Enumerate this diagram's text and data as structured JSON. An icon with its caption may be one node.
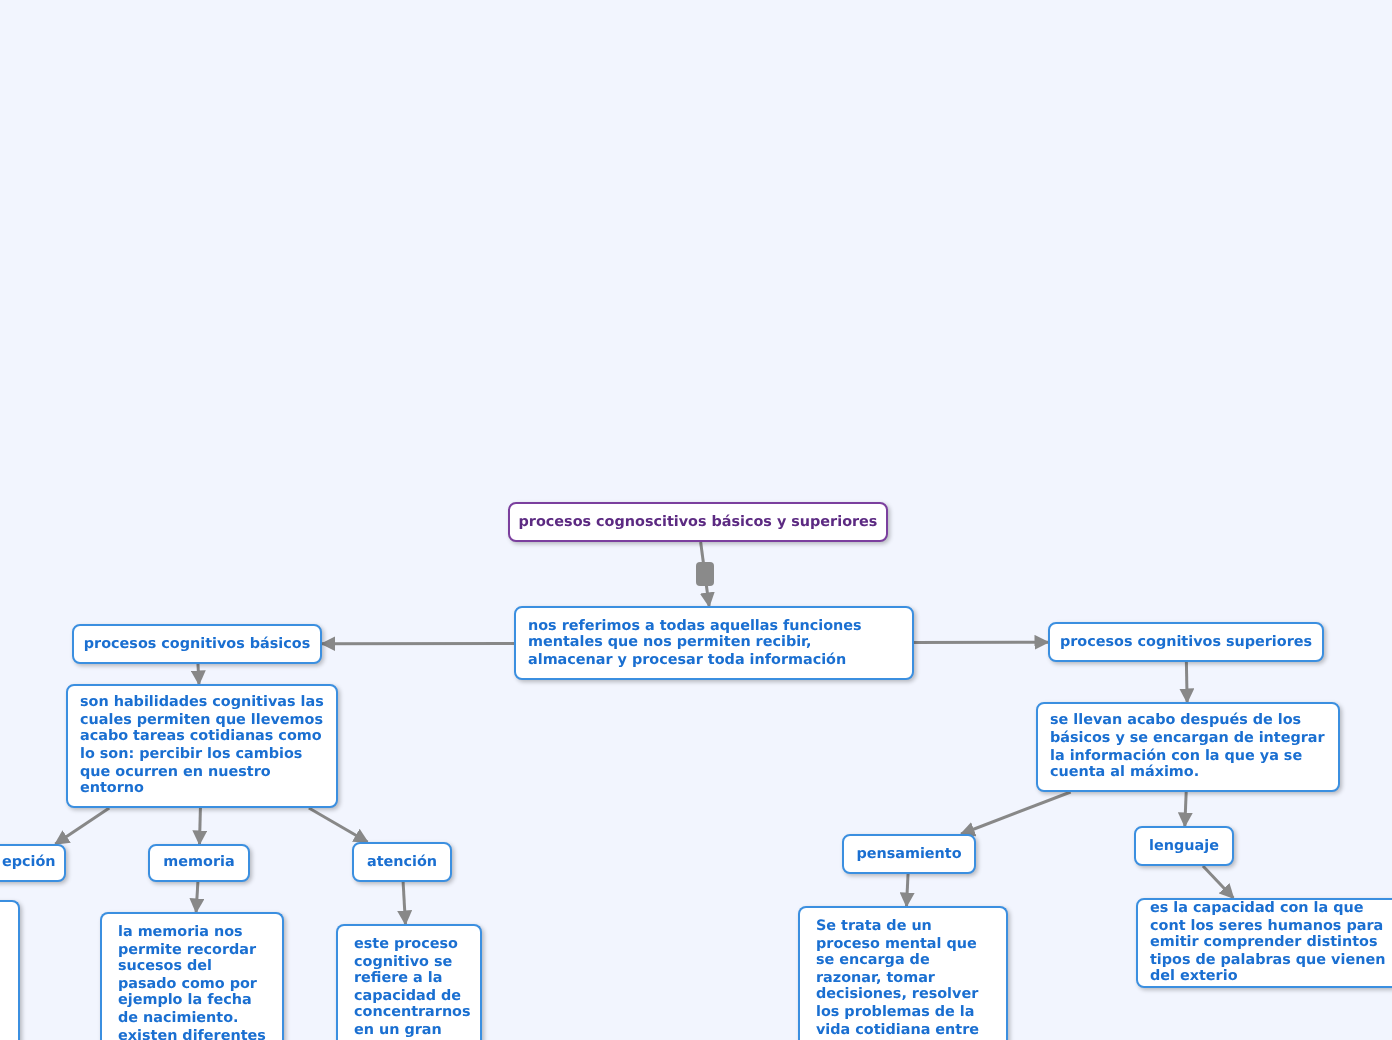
{
  "diagram": {
    "nodes": [
      {
        "text": [
          "procesos cognoscitivos básicos y superiores"
        ]
      },
      {
        "text": [
          "nos referimos a todas aquellas funciones mentales que nos permiten recibir, almacenar y procesar toda información"
        ]
      },
      {
        "text": [
          "procesos cognitivos básicos"
        ]
      },
      {
        "text": [
          "son habilidades cognitivas las cuales permiten que llevemos acabo tareas cotidianas como lo son: percibir los cambios que ocurren en nuestro entorno"
        ]
      },
      {
        "text": [
          "epción"
        ]
      },
      {
        "text": [],
        "shape": "box"
      },
      {
        "text": [
          "memoria"
        ]
      },
      {
        "text": [
          "la memoria nos permite recordar sucesos del pasado como por ejemplo la fecha de nacimiento. existen diferentes"
        ]
      },
      {
        "text": [
          "atención"
        ]
      },
      {
        "text": [
          "este proceso cognitivo se refiere a la capacidad de concentrarnos en un gran"
        ]
      },
      {
        "text": [
          "procesos cognitivos superiores"
        ]
      },
      {
        "text": [
          "se llevan acabo después de los básicos y se encargan de integrar la información con la que ya se cuenta al máximo."
        ]
      },
      {
        "text": [
          "pensamiento"
        ]
      },
      {
        "text": [
          "Se trata de un proceso mental que se encarga de razonar, tomar decisiones, resolver los problemas de la vida cotidiana entre"
        ]
      },
      {
        "text": [
          "lenguaje"
        ]
      },
      {
        "text": [
          "es la capacidad con la que cont los seres humanos para emitir comprender distintos tipos de palabras que vienen del exterio"
        ]
      }
    ],
    "edges": [
      {
        "from": 0,
        "to": 1,
        "arrow": "to"
      },
      {
        "from": 1,
        "to": 2,
        "arrow": "to"
      },
      {
        "from": 1,
        "to": 10,
        "arrow": "to"
      },
      {
        "from": 2,
        "to": 3,
        "arrow": "to"
      },
      {
        "from": 3,
        "to": 4,
        "arrow": "to"
      },
      {
        "from": 3,
        "to": 6,
        "arrow": "to"
      },
      {
        "from": 3,
        "to": 8,
        "arrow": "to"
      },
      {
        "from": 6,
        "to": 7,
        "arrow": "to"
      },
      {
        "from": 8,
        "to": 9,
        "arrow": "to"
      },
      {
        "from": 10,
        "to": 11,
        "arrow": "to"
      },
      {
        "from": 11,
        "to": 12,
        "arrow": "to"
      },
      {
        "from": 11,
        "to": 14,
        "arrow": "to"
      },
      {
        "from": 12,
        "to": 13,
        "arrow": "to"
      },
      {
        "from": 14,
        "to": 15,
        "arrow": "to"
      }
    ]
  }
}
